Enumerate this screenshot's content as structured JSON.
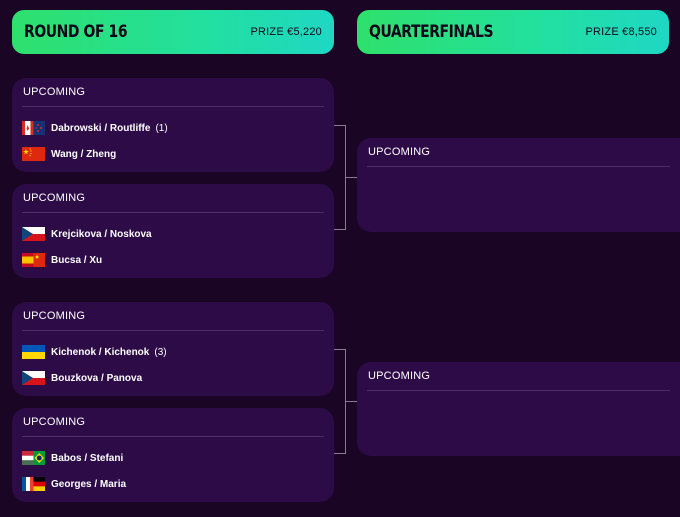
{
  "round_of_16": {
    "title": "ROUND OF 16",
    "prize": "PRIZE €5,220"
  },
  "quarterfinals": {
    "title": "QUARTERFINALS",
    "prize": "PRIZE €8,550"
  },
  "matches": [
    {
      "status": "UPCOMING",
      "teams": [
        {
          "name": "Dabrowski / Routliffe",
          "seed": "(1)",
          "flag": "canada-newzealand-flag"
        },
        {
          "name": "Wang / Zheng",
          "seed": "",
          "flag": "china-flag"
        }
      ]
    },
    {
      "status": "UPCOMING",
      "teams": [
        {
          "name": "Krejcikova / Noskova",
          "seed": "",
          "flag": "czechia-flag"
        },
        {
          "name": "Bucsa / Xu",
          "seed": "",
          "flag": "spain-china-flag"
        }
      ]
    },
    {
      "status": "UPCOMING",
      "teams": [
        {
          "name": "Kichenok / Kichenok",
          "seed": "(3)",
          "flag": "ukraine-flag"
        },
        {
          "name": "Bouzkova / Panova",
          "seed": "",
          "flag": "czechia-flag"
        }
      ]
    },
    {
      "status": "UPCOMING",
      "teams": [
        {
          "name": "Babos / Stefani",
          "seed": "",
          "flag": "hungary-brazil-flag"
        },
        {
          "name": "Georges / Maria",
          "seed": "",
          "flag": "france-germany-flag"
        }
      ]
    }
  ],
  "qf_matches": [
    {
      "status": "UPCOMING"
    },
    {
      "status": "UPCOMING"
    }
  ],
  "colors": {
    "header_gradient_start": "#2ee06b",
    "header_gradient_end": "#1fd7c4",
    "card": "#2d0b47",
    "background": "#1a0524"
  }
}
